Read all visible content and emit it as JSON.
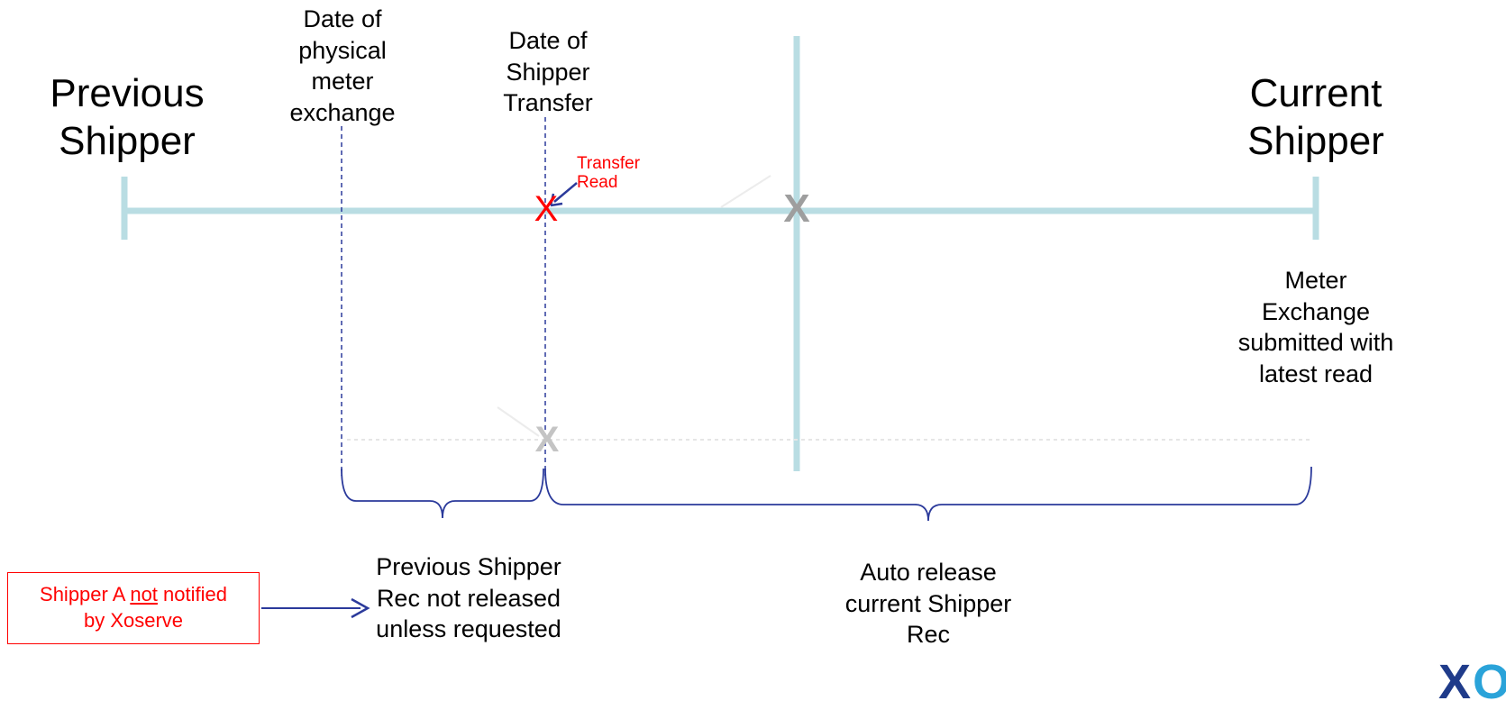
{
  "labels": {
    "previous_shipper": [
      "Previous",
      "Shipper"
    ],
    "current_shipper": [
      "Current",
      "Shipper"
    ],
    "date_physical_exchange": [
      "Date of",
      "physical",
      "meter",
      "exchange"
    ],
    "date_shipper_transfer": [
      "Date of",
      "Shipper",
      "Transfer"
    ],
    "transfer_read": [
      "Transfer",
      "Read"
    ],
    "meter_exchange_submitted": [
      "Meter",
      "Exchange",
      "submitted with",
      "latest read"
    ],
    "previous_shipper_rec": [
      "Previous Shipper",
      "Rec not released",
      "unless requested"
    ],
    "auto_release": [
      "Auto release",
      "current Shipper",
      "Rec"
    ]
  },
  "note": {
    "prefix": "Shipper A ",
    "underlined": "not",
    "suffix": " notified",
    "line2": "by Xoserve"
  },
  "markers": {
    "transfer_mark": "X",
    "faded_mark_top": "X",
    "faded_mark_bottom": "X"
  },
  "logo": {
    "part1": "X",
    "part2": "OS",
    "brand_colors": [
      "#1f3b8a",
      "#2aa3d9"
    ]
  },
  "colors": {
    "timeline": "#b9dde3",
    "dashed": "#2b3a9b",
    "bracket": "#2b3a9b",
    "red": "#ff0000",
    "gray_mark": "#9e9e9e"
  }
}
